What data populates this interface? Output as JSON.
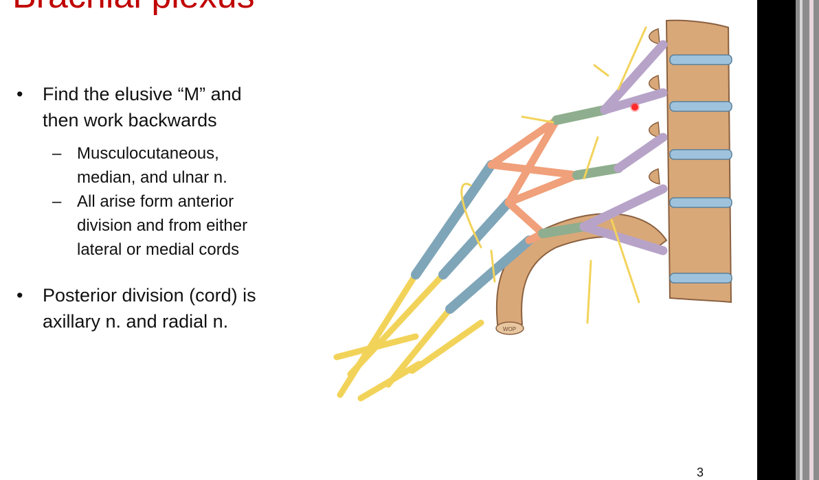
{
  "slide": {
    "title": "Brachial plexus",
    "bullets": [
      {
        "text": "Find the elusive “M” and then work backwards",
        "lines": [
          "Find the elusive “M” and",
          "then work backwards"
        ]
      },
      {
        "text": "Musculocutaneous, median, and ulnar n.",
        "lines": [
          "Musculocutaneous,",
          "median, and ulnar n."
        ]
      },
      {
        "text": "All arise form anterior division and from either lateral or medial cords",
        "lines": [
          "All arise form anterior",
          "division and from either",
          "lateral or medial cords"
        ]
      },
      {
        "text": "Posterior division (cord) is axillary n. and radial n.",
        "lines": [
          "Posterior division (cord) is",
          "axillary n. and radial n."
        ]
      }
    ],
    "bullet_glyph": "•",
    "dash_glyph": "–",
    "page_number": "3",
    "figure": {
      "name": "brachial-plexus-illustration",
      "signature": "WOP"
    }
  },
  "colors": {
    "title": "#c00000",
    "roots": "#b7a3c8",
    "trunks": "#8fae8f",
    "divisions": "#f0a07a",
    "cords": "#7fa5b8",
    "nerves": "#f2d35a",
    "bone": "#d9a878",
    "disc": "#9fc3dc",
    "pointer": "#ff2a2a"
  }
}
